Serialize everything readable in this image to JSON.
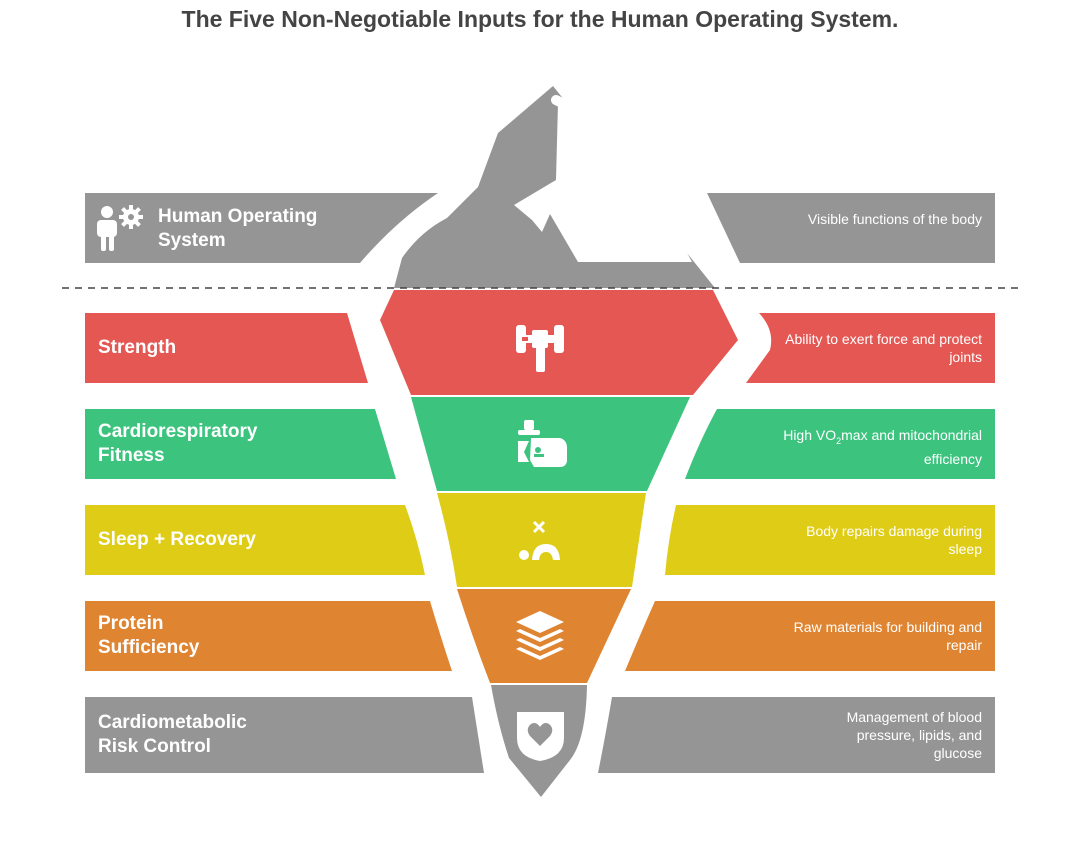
{
  "title": "The Five Non-Negotiable Inputs for the Human Operating System.",
  "colors": {
    "gray": "#959595",
    "red": "#e45753",
    "green": "#3cc47f",
    "yellow": "#dfcc17",
    "orange": "#df8431",
    "white": "#ffffff"
  },
  "tip": {
    "label_line1": "Human Operating",
    "label_line2": "System",
    "icon": "person-gear-icon",
    "description": "Visible functions of the body"
  },
  "layers": [
    {
      "label_line1": "Strength",
      "label_line2": "",
      "icon": "dumbbell-icon",
      "color": "#e45753",
      "description": "Ability to exert force and protect joints"
    },
    {
      "label_line1": "Cardiorespiratory",
      "label_line2": "Fitness",
      "icon": "lungs-exercise-icon",
      "color": "#3cc47f",
      "description_pre": "High VO",
      "description_sub": "2",
      "description_post": "max and mitochondrial efficiency"
    },
    {
      "label_line1": "Sleep + Recovery",
      "label_line2": "",
      "icon": "moon-sleep-icon",
      "color": "#dfcc17",
      "description": "Body repairs damage during sleep"
    },
    {
      "label_line1": "Protein",
      "label_line2": "Sufficiency",
      "icon": "layers-icon",
      "color": "#df8431",
      "description": "Raw materials for building and repair"
    },
    {
      "label_line1": "Cardiometabolic",
      "label_line2": "Risk Control",
      "icon": "heart-shield-icon",
      "color": "#959595",
      "description": "Management of blood pressure, lipids, and glucose"
    }
  ]
}
